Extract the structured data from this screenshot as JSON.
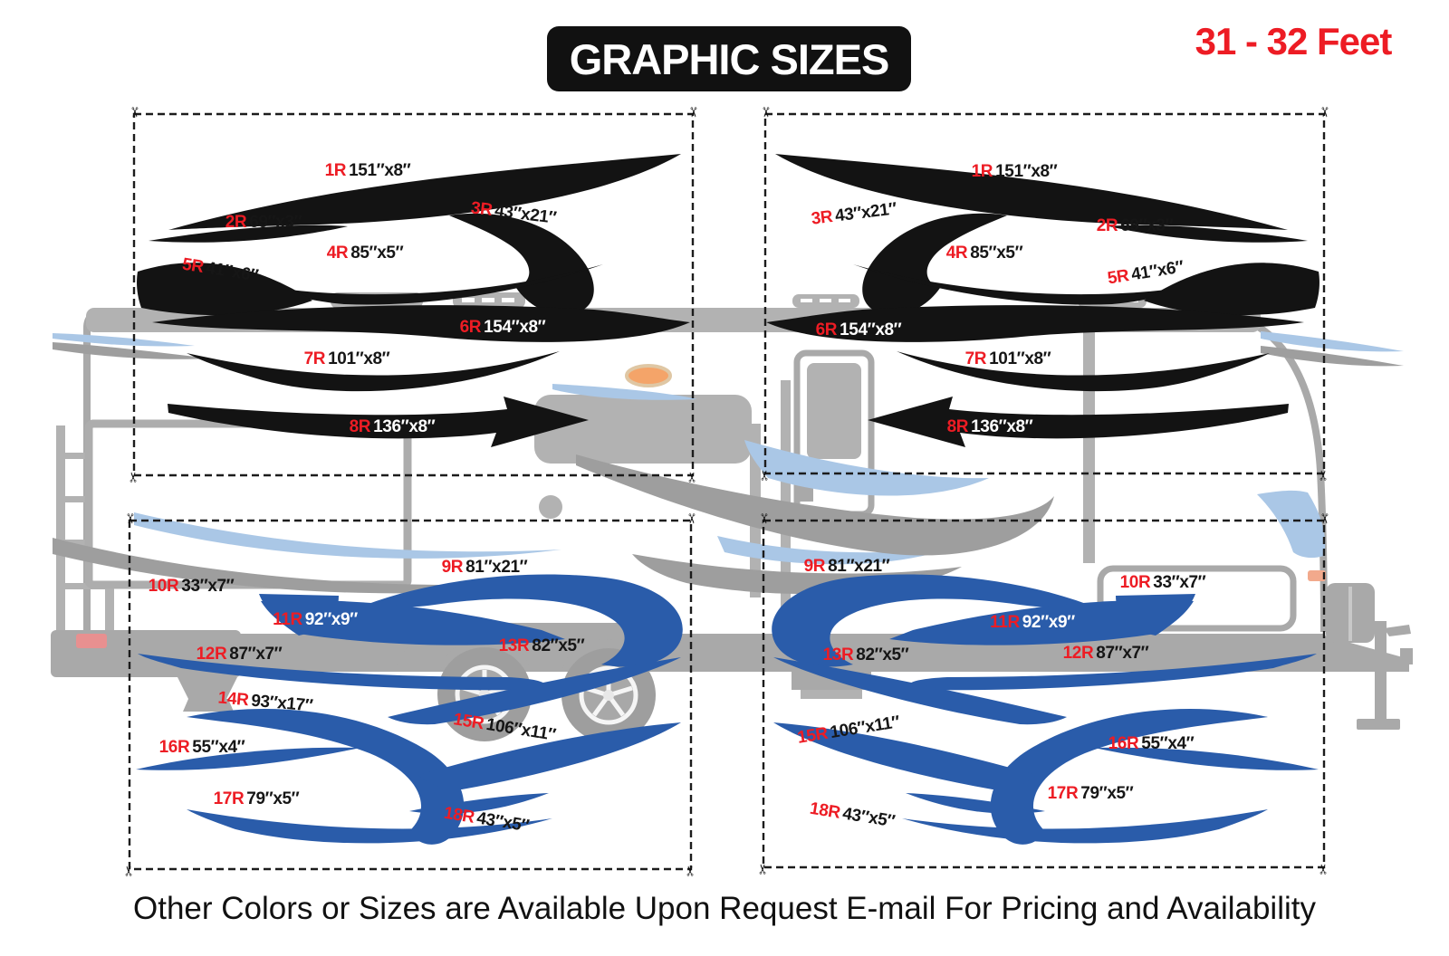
{
  "title": {
    "text": "GRAPHIC SIZES"
  },
  "heading": {
    "length_range": "31 - 32 Feet"
  },
  "footer": {
    "text": "Other Colors or Sizes are Available Upon Request E-mail For Pricing and Availability"
  },
  "icons": {
    "scissors": "✂"
  },
  "colors": {
    "decal_black": "#131313",
    "decal_blue": "#2a5caa",
    "label_red": "#ed1c24",
    "label_white": "#ffffff",
    "trailer_gray": "#b2b2b2",
    "trailer_gray_dark": "#a2a2a2",
    "accent_light_blue": "#aac7e6"
  },
  "decals": {
    "d1": {
      "id": "1R",
      "size": "151″x8″"
    },
    "d2": {
      "id": "2R",
      "size": "69″x3″"
    },
    "d3": {
      "id": "3R",
      "size": "43″x21″"
    },
    "d4": {
      "id": "4R",
      "size": "85″x5″"
    },
    "d5": {
      "id": "5R",
      "size": "41″x6″"
    },
    "d6": {
      "id": "6R",
      "size": "154″x8″"
    },
    "d7": {
      "id": "7R",
      "size": "101″x8″"
    },
    "d8": {
      "id": "8R",
      "size": "136″x8″"
    },
    "d9": {
      "id": "9R",
      "size": "81″x21″"
    },
    "d10": {
      "id": "10R",
      "size": "33″x7″"
    },
    "d11": {
      "id": "11R",
      "size": "92″x9″"
    },
    "d12": {
      "id": "12R",
      "size": "87″x7″"
    },
    "d13": {
      "id": "13R",
      "size": "82″x5″"
    },
    "d14": {
      "id": "14R",
      "size": "93″x17″"
    },
    "d15": {
      "id": "15R",
      "size": "106″x11″"
    },
    "d16": {
      "id": "16R",
      "size": "55″x4″"
    },
    "d17": {
      "id": "17R",
      "size": "79″x5″"
    },
    "d18": {
      "id": "18R",
      "size": "43″x5″"
    }
  },
  "boxes": {
    "top_left": {
      "decal_ids": [
        "1R",
        "2R",
        "3R",
        "4R",
        "5R",
        "6R",
        "7R",
        "8R"
      ]
    },
    "top_right": {
      "decal_ids": [
        "3R",
        "1R",
        "2R",
        "4R",
        "5R",
        "6R",
        "7R",
        "8R"
      ]
    },
    "bottom_left": {
      "decal_ids": [
        "9R",
        "10R",
        "11R",
        "12R",
        "13R",
        "14R",
        "15R",
        "16R",
        "17R",
        "18R"
      ]
    },
    "bottom_right": {
      "decal_ids": [
        "9R",
        "10R",
        "11R",
        "13R",
        "12R",
        "15R",
        "16R",
        "17R",
        "18R"
      ]
    }
  }
}
